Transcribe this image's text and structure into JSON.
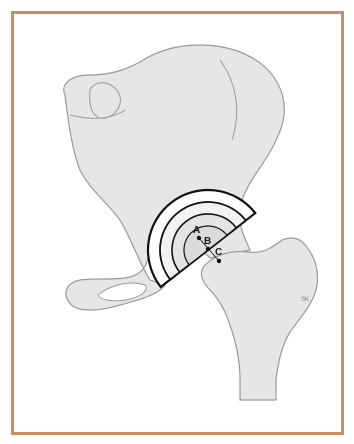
{
  "colors": {
    "frame": "#c7905c",
    "bone_fill": "#e6e6e6",
    "bone_stroke": "#9a9a9a",
    "cup_stroke": "#111111",
    "background": "#ffffff"
  },
  "labels": {
    "a": "A",
    "b": "B",
    "c": "C"
  },
  "artist_mark": "SK"
}
